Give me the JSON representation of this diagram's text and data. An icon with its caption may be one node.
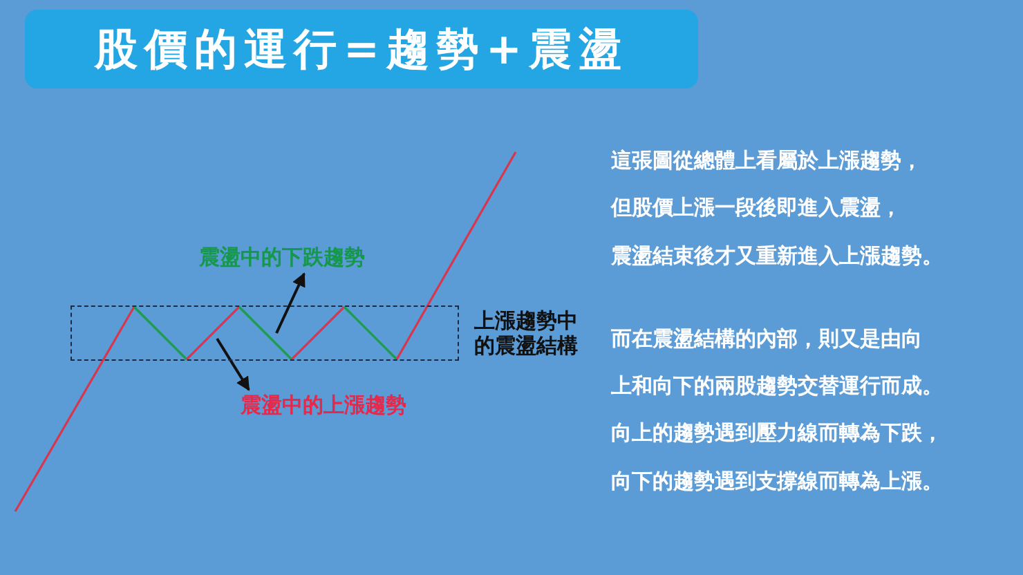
{
  "diagram": {
    "title": "股價的運行=趨勢+震盪",
    "nodes": [
      {
        "text": [
          "上漲趨勢中的震盪結構"
        ]
      },
      {
        "text": [
          "震盪中的下跌趨勢"
        ]
      },
      {
        "text": [
          "震盪中的上漲趨勢"
        ]
      }
    ],
    "edges": [
      {
        "from": 0,
        "to": 1,
        "arrow": "to"
      },
      {
        "from": 0,
        "to": 2,
        "arrow": "to"
      }
    ],
    "labels": [
      "這張圖從總體上看屬於上漲趨勢，",
      "但股價上漲一段後即進入震盪，",
      "震盪結束後才又重新進入上漲趨勢。",
      "而在震盪結構的內部，則又是由向",
      "上和向下的兩股趨勢交替運行而成。",
      "向上的趨勢遇到壓力線而轉為下跌，",
      "向下的趨勢遇到支撐線而轉為上漲。"
    ]
  }
}
